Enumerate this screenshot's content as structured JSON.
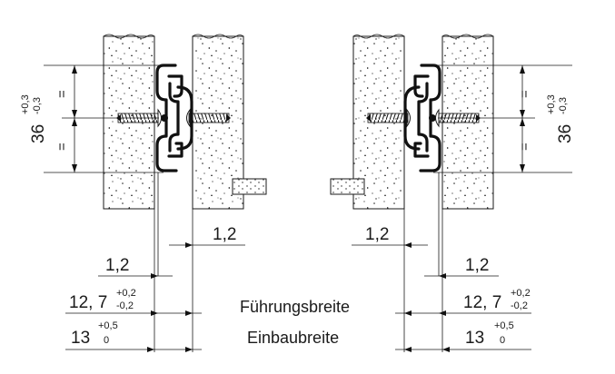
{
  "dimensions": {
    "height": "36",
    "height_tol_upper": "+0,3",
    "height_tol_lower": "-0,3",
    "gap": "1,2",
    "guide_width": "12, 7",
    "guide_tol_upper": "+0,2",
    "guide_tol_lower": "-0,2",
    "install_width": "13",
    "install_tol_upper": "+0,5",
    "install_tol_lower": "0",
    "equal_mark": "="
  },
  "labels": {
    "guide_width": "Führungsbreite",
    "install_width": "Einbaubreite"
  },
  "colors": {
    "line": "#1a1a1a",
    "background": "#ffffff"
  }
}
